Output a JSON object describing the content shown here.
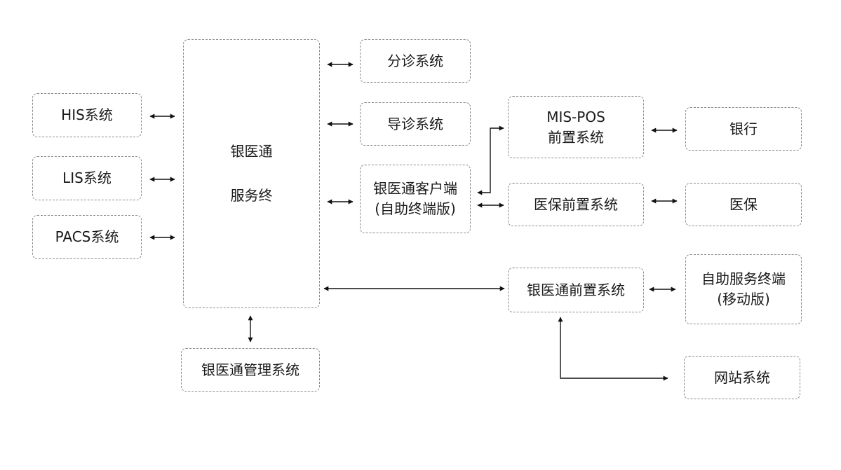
{
  "nodes": {
    "his": {
      "lines": [
        "HIS系统"
      ]
    },
    "lis": {
      "lines": [
        "LIS系统"
      ]
    },
    "pacs": {
      "lines": [
        "PACS系统"
      ]
    },
    "server": {
      "lines": [
        "银医通",
        "服务终"
      ]
    },
    "triage": {
      "lines": [
        "分诊系统"
      ]
    },
    "guide": {
      "lines": [
        "导诊系统"
      ]
    },
    "client": {
      "lines": [
        "银医通客户端",
        "(自助终端版)"
      ]
    },
    "mispos": {
      "lines": [
        "MIS-POS",
        "前置系统"
      ]
    },
    "bank": {
      "lines": [
        "银行"
      ]
    },
    "insurance_front": {
      "lines": [
        "医保前置系统"
      ]
    },
    "insurance": {
      "lines": [
        "医保"
      ]
    },
    "front": {
      "lines": [
        "银医通前置系统"
      ]
    },
    "kiosk_mobile": {
      "lines": [
        "自助服务终端",
        "(移动版)"
      ]
    },
    "management": {
      "lines": [
        "银医通管理系统"
      ]
    },
    "website": {
      "lines": [
        "网站系统"
      ]
    }
  },
  "colors": {
    "border": "#8a8a8a",
    "line": "#111111",
    "text": "#1a1a1a"
  }
}
